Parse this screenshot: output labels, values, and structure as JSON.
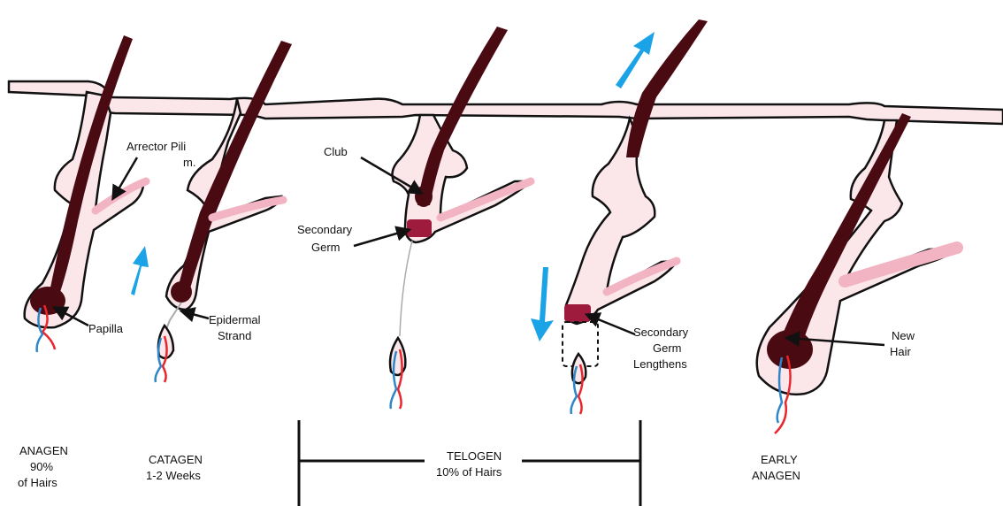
{
  "labels": {
    "arrector_pili_line1": "Arrector Pili",
    "arrector_pili_line2": "m.",
    "papilla": "Papilla",
    "epidermal_line1": "Epidermal",
    "epidermal_line2": "Strand",
    "club": "Club",
    "secondary_germ_line1": "Secondary",
    "secondary_germ_line2": "Germ",
    "sgl_line1": "Secondary",
    "sgl_line2": "Germ",
    "sgl_line3": "Lengthens",
    "new_hair_line1": "New",
    "new_hair_line2": "Hair"
  },
  "stages": {
    "anagen": [
      "ANAGEN",
      "90%",
      "of Hairs"
    ],
    "catagen": [
      "CATAGEN",
      "1-2  Weeks"
    ],
    "telogen": [
      "TELOGEN",
      "10% of Hairs"
    ],
    "early_anagen": [
      "EARLY",
      "ANAGEN"
    ]
  },
  "colors": {
    "skin": "#fbe6ea",
    "outline": "#111111",
    "hair": "#4a0a12",
    "germ": "#9e1b3d",
    "muscle": "#f2b3c3",
    "arrow": "#1aa3e6",
    "artery": "#e8262c",
    "vein": "#2f86c9",
    "strand": "#aaaaaa"
  },
  "icons": [
    "growth-arrow-up-icon",
    "growth-arrow-down-icon"
  ]
}
